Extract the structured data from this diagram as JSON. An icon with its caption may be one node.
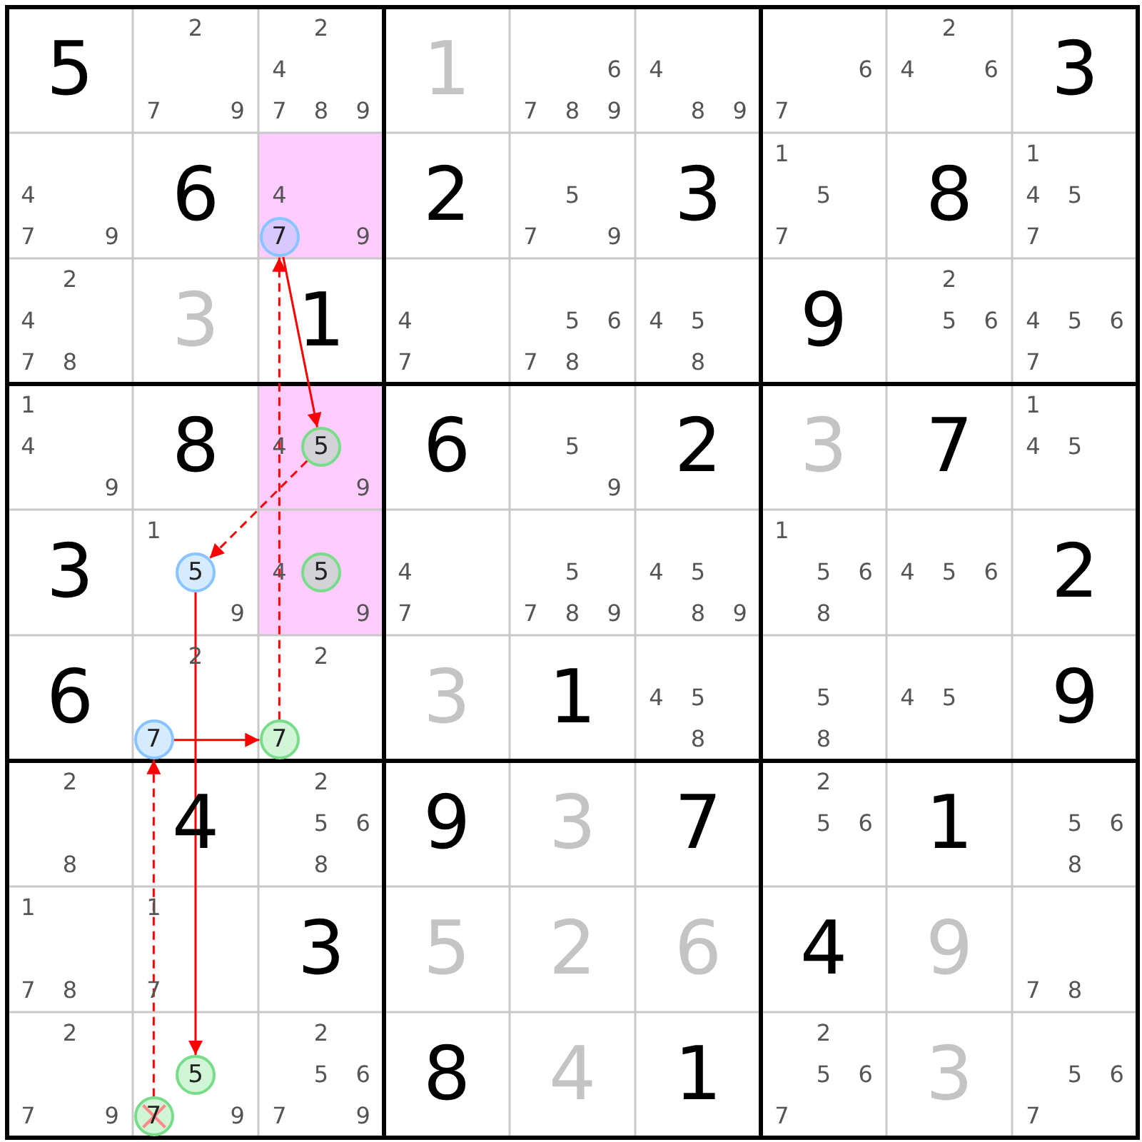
{
  "diagram": {
    "nodes": [
      {
        "text": [
          "5"
        ]
      },
      {
        "text": [
          "2",
          "7",
          "9"
        ]
      },
      {
        "text": [
          "2",
          "4",
          "7",
          "8",
          "9"
        ]
      },
      {
        "text": [
          "1"
        ]
      },
      {
        "text": [
          "6",
          "7",
          "8",
          "9"
        ]
      },
      {
        "text": [
          "4",
          "8",
          "9"
        ]
      },
      {
        "text": [
          "6",
          "7"
        ]
      },
      {
        "text": [
          "2",
          "4",
          "6"
        ]
      },
      {
        "text": [
          "3"
        ]
      },
      {
        "text": [
          "4",
          "7",
          "9"
        ]
      },
      {
        "text": [
          "6"
        ]
      },
      {
        "text": [
          "4",
          "9"
        ]
      },
      {
        "text": [
          "7"
        ],
        "in": 11
      },
      {
        "text": [
          "2"
        ]
      },
      {
        "text": [
          "5",
          "7",
          "9"
        ]
      },
      {
        "text": [
          "3"
        ]
      },
      {
        "text": [
          "1",
          "5",
          "7"
        ]
      },
      {
        "text": [
          "8"
        ]
      },
      {
        "text": [
          "1",
          "4",
          "5",
          "7"
        ]
      },
      {
        "text": [
          "2",
          "4",
          "7",
          "8"
        ]
      },
      {
        "text": [
          "3"
        ]
      },
      {
        "text": [
          "1"
        ]
      },
      {
        "text": [
          "4",
          "7"
        ]
      },
      {
        "text": [
          "5",
          "6",
          "7",
          "8"
        ]
      },
      {
        "text": [
          "4",
          "5",
          "8"
        ]
      },
      {
        "text": [
          "9"
        ]
      },
      {
        "text": [
          "2",
          "5",
          "6"
        ]
      },
      {
        "text": [
          "4",
          "5",
          "6",
          "7"
        ]
      },
      {
        "text": [
          "1",
          "4",
          "9"
        ]
      },
      {
        "text": [
          "8"
        ]
      },
      {
        "text": [
          "4",
          "9"
        ]
      },
      {
        "text": [
          "5"
        ],
        "in": 30
      },
      {
        "text": [
          "6"
        ]
      },
      {
        "text": [
          "5",
          "9"
        ]
      },
      {
        "text": [
          "2"
        ]
      },
      {
        "text": [
          "3"
        ]
      },
      {
        "text": [
          "7"
        ]
      },
      {
        "text": [
          "1",
          "4",
          "5"
        ]
      },
      {
        "text": [
          "3"
        ]
      },
      {
        "text": [
          "1",
          "9"
        ]
      },
      {
        "text": [
          "5"
        ],
        "in": 39
      },
      {
        "text": [
          "4",
          "9"
        ]
      },
      {
        "text": [
          "5"
        ],
        "in": 41
      },
      {
        "text": [
          "4",
          "7"
        ]
      },
      {
        "text": [
          "5",
          "7",
          "8",
          "9"
        ]
      },
      {
        "text": [
          "4",
          "5",
          "8",
          "9"
        ]
      },
      {
        "text": [
          "1",
          "5",
          "6",
          "8"
        ]
      },
      {
        "text": [
          "4",
          "5",
          "6"
        ]
      },
      {
        "text": [
          "2"
        ]
      },
      {
        "text": [
          "6"
        ]
      },
      {
        "text": [
          "2"
        ]
      },
      {
        "text": [
          "7"
        ],
        "in": 50
      },
      {
        "text": [
          "2"
        ]
      },
      {
        "text": [
          "7"
        ],
        "in": 52
      },
      {
        "text": [
          "3"
        ]
      },
      {
        "text": [
          "1"
        ]
      },
      {
        "text": [
          "4",
          "5",
          "8"
        ]
      },
      {
        "text": [
          "5",
          "8"
        ]
      },
      {
        "text": [
          "4",
          "5"
        ]
      },
      {
        "text": [
          "9"
        ]
      },
      {
        "text": [
          "2",
          "8"
        ]
      },
      {
        "text": [
          "4"
        ]
      },
      {
        "text": [
          "2",
          "5",
          "6",
          "8"
        ]
      },
      {
        "text": [
          "9"
        ]
      },
      {
        "text": [
          "3"
        ]
      },
      {
        "text": [
          "7"
        ]
      },
      {
        "text": [
          "2",
          "5",
          "6"
        ]
      },
      {
        "text": [
          "1"
        ]
      },
      {
        "text": [
          "5",
          "6",
          "8"
        ]
      },
      {
        "text": [
          "1",
          "7",
          "8"
        ]
      },
      {
        "text": [
          "1",
          "7"
        ]
      },
      {
        "text": [
          "3"
        ]
      },
      {
        "text": [
          "5"
        ]
      },
      {
        "text": [
          "2"
        ]
      },
      {
        "text": [
          "6"
        ]
      },
      {
        "text": [
          "4"
        ]
      },
      {
        "text": [
          "9"
        ]
      },
      {
        "text": [
          "7",
          "8"
        ]
      },
      {
        "text": [
          "2",
          "7",
          "9"
        ]
      },
      {
        "text": [
          "9"
        ]
      },
      {
        "text": [
          "5"
        ],
        "in": 79
      },
      {
        "text": [
          "7"
        ],
        "in": 79
      },
      {
        "text": [
          "2",
          "5",
          "6",
          "7",
          "9"
        ]
      },
      {
        "text": [
          "8"
        ]
      },
      {
        "text": [
          "4"
        ]
      },
      {
        "text": [
          "1"
        ]
      },
      {
        "text": [
          "2",
          "5",
          "6",
          "7"
        ]
      },
      {
        "text": [
          "3"
        ]
      },
      {
        "text": [
          "5",
          "6",
          "7"
        ]
      }
    ],
    "edges": [
      {
        "from": 12,
        "to": 31,
        "arrow": "to"
      },
      {
        "from": 31,
        "to": 40,
        "arrow": "to",
        "style": "dashed"
      },
      {
        "from": 40,
        "to": 80,
        "arrow": "to"
      },
      {
        "from": 81,
        "to": 51,
        "arrow": "to",
        "style": "dashed"
      },
      {
        "from": 51,
        "to": 53,
        "arrow": "to"
      },
      {
        "from": 53,
        "to": 12,
        "arrow": "to",
        "style": "dashed"
      }
    ]
  }
}
